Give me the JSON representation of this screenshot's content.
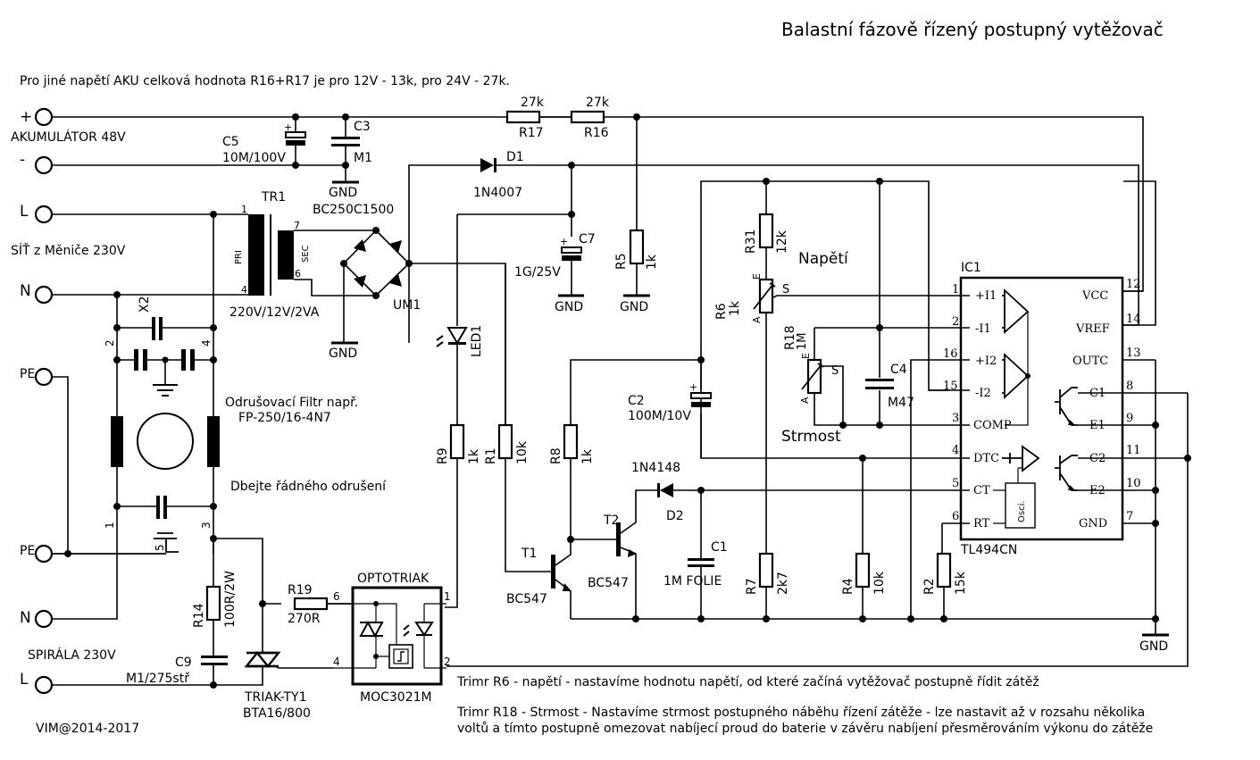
{
  "title": "Balastní fázově řízený postupný vytěžovač",
  "note_top": "Pro jiné napětí AKU celková hodnota R16+R17 je pro 12V - 13k, pro 24V - 27k.",
  "terminals": {
    "plus": "+",
    "minus": "-",
    "akumulator": "AKUMULÁTOR 48V",
    "L1": "L",
    "N1": "N",
    "sit": "SÍŤ z Měniče 230V",
    "PE1": "PE",
    "PE2": "PE",
    "N2": "N",
    "spirala": "SPIRÁLA 230V",
    "L2": "L"
  },
  "components": {
    "C5": {
      "ref": "C5",
      "value": "10M/100V"
    },
    "C3": {
      "ref": "C3",
      "value": "M1"
    },
    "R17": {
      "ref": "R17",
      "value": "27k"
    },
    "R16": {
      "ref": "R16",
      "value": "27k"
    },
    "D1": {
      "ref": "D1",
      "value": "1N4007"
    },
    "TR1": {
      "ref": "TR1",
      "value": "220V/12V/2VA",
      "pri": "PRI",
      "sec": "SEC",
      "p1": "1",
      "p4": "4",
      "p7": "7",
      "p6": "6"
    },
    "BC": {
      "value": "BC250C1500"
    },
    "UM1": {
      "ref": "UM1"
    },
    "C7": {
      "ref": "C7",
      "value": "1G/25V"
    },
    "R5": {
      "ref": "R5",
      "value": "1k"
    },
    "R31": {
      "ref": "R31",
      "value": "12k"
    },
    "R6": {
      "ref": "R6",
      "value": "1k",
      "E": "E",
      "S": "S",
      "A": "A"
    },
    "R18": {
      "ref": "R18",
      "value": "1M",
      "E": "E",
      "S": "S",
      "A": "A"
    },
    "C4": {
      "ref": "C4",
      "value": "M47"
    },
    "LED1": {
      "ref": "LED1"
    },
    "R9": {
      "ref": "R9",
      "value": "1k"
    },
    "R1": {
      "ref": "R1",
      "value": "10k"
    },
    "R8": {
      "ref": "R8",
      "value": "1k"
    },
    "C2": {
      "ref": "C2",
      "value": "100M/10V"
    },
    "D2": {
      "ref": "D2",
      "value": "1N4148"
    },
    "T1": {
      "ref": "T1",
      "value": "BC547"
    },
    "T2": {
      "ref": "T2",
      "value": "BC547"
    },
    "C1": {
      "ref": "C1",
      "value": "1M FOLIE"
    },
    "R7": {
      "ref": "R7",
      "value": "2k7"
    },
    "R4": {
      "ref": "R4",
      "value": "10k"
    },
    "R2": {
      "ref": "R2",
      "value": "15k"
    },
    "X2": {
      "ref": "X2"
    },
    "R14": {
      "ref": "R14",
      "value": "100R/2W"
    },
    "C9": {
      "ref": "C9",
      "value": "M1/275stř"
    },
    "R19": {
      "ref": "R19",
      "value": "270R"
    },
    "TRIAK": {
      "ref": "TRIAK-TY1",
      "value": "BTA16/800"
    },
    "OPTO": {
      "ref": "OPTOTRIAK",
      "value": "MOC3021M",
      "p1": "1",
      "p2": "2",
      "p4": "4",
      "p6": "6"
    },
    "filter": {
      "p1": "1",
      "p2": "2",
      "p3": "3",
      "p4": "4",
      "p5": "5"
    }
  },
  "ic1": {
    "ref": "IC1",
    "part": "TL494CN",
    "osc": "Osci.",
    "left_pins": [
      {
        "num": "1",
        "name": "+I1"
      },
      {
        "num": "2",
        "name": "-I1"
      },
      {
        "num": "16",
        "name": "+I2"
      },
      {
        "num": "15",
        "name": "-I2"
      },
      {
        "num": "3",
        "name": "COMP"
      },
      {
        "num": "4",
        "name": "DTC"
      },
      {
        "num": "5",
        "name": "CT"
      },
      {
        "num": "6",
        "name": "RT"
      }
    ],
    "right_pins": [
      {
        "num": "12",
        "name": "VCC"
      },
      {
        "num": "14",
        "name": "VREF"
      },
      {
        "num": "13",
        "name": "OUTC"
      },
      {
        "num": "8",
        "name": "C1"
      },
      {
        "num": "9",
        "name": "E1"
      },
      {
        "num": "11",
        "name": "C2"
      },
      {
        "num": "10",
        "name": "E2"
      },
      {
        "num": "7",
        "name": "GND"
      }
    ]
  },
  "gnd_label": "GND",
  "labels": {
    "napeti": "Napětí",
    "strmost": "Strmost",
    "filter1": "Odrušovací Filtr např.",
    "filter2": "FP-250/16-4N7",
    "odruseni": "Dbejte řádného odrušení",
    "copyright": "VIM@2014-2017"
  },
  "notes_bottom": {
    "r6": "Trimr R6 - napětí - nastavíme hodnotu napětí, od které začíná vytěžovač postupně řídit zátěž",
    "r18_line1": "Trimr R18 - Strmost - Nastavíme strmost postupného náběhu řízení zátěže - lze nastavit až v rozsahu několika",
    "r18_line2": "voltů a tímto postupně omezovat nabíjecí proud do baterie v závěru nabíjení přesměrováním výkonu do zátěže"
  }
}
